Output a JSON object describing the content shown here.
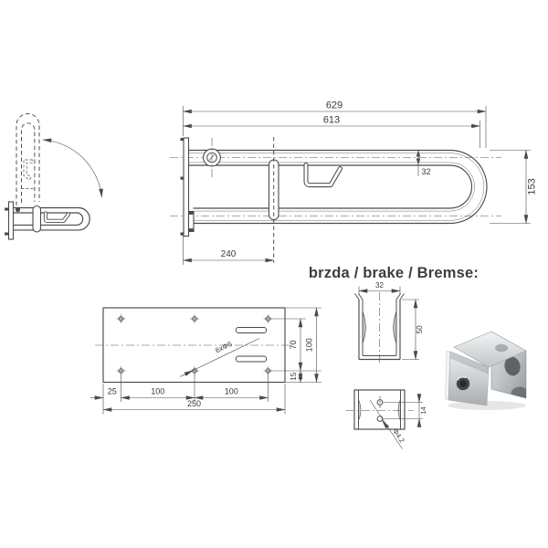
{
  "brake_section": {
    "title": "brzda / brake / Bremse:"
  },
  "main_drawing": {
    "dim_overall_length": "629",
    "dim_length_to_support": "613",
    "dim_tube_diameter": "32",
    "dim_end_height": "153",
    "dim_wall_to_support": "240"
  },
  "plate_drawing": {
    "dim_edge_to_hole": "25",
    "dim_hole_spacing_left": "100",
    "dim_hole_spacing_right": "100",
    "dim_total_width": "250",
    "dim_hole_row_spacing": "70",
    "dim_total_height": "100",
    "dim_hole_to_bottom": "15",
    "label_hole_count": "6xΦ6"
  },
  "brake_top_view": {
    "dim_width": "32",
    "dim_height": "50"
  },
  "brake_front_view": {
    "dim_hole_spacing": "14",
    "label_hole_diameter": "Φ4.2"
  },
  "colors": {
    "line": "#4a4a4a",
    "text": "#3a3a3a",
    "background": "#ffffff"
  }
}
